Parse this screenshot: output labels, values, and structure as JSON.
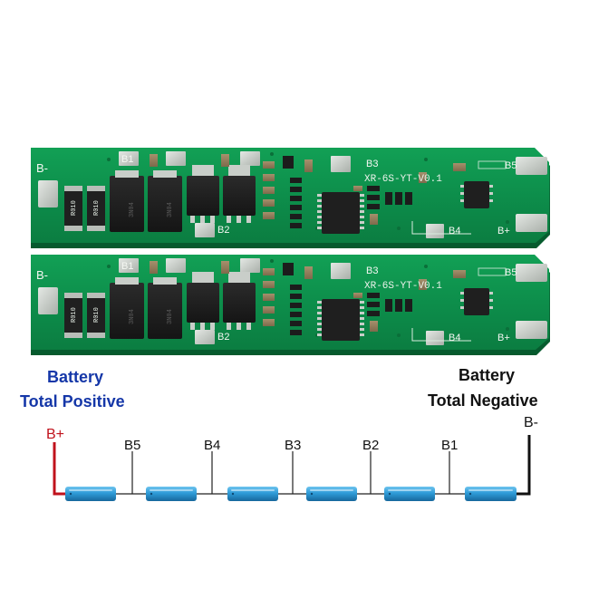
{
  "boards": [
    {
      "labels": {
        "b_minus": "B-",
        "b1": "B1",
        "b2": "B2",
        "b3": "B3",
        "b4": "B4",
        "b5": "B5",
        "b_plus": "B+",
        "model": "XR-6S-YT-V0.1"
      },
      "resistor_marks": [
        "R010",
        "R010"
      ],
      "mosfet_marks": [
        "3N04",
        "3N04"
      ]
    },
    {
      "labels": {
        "b_minus": "B-",
        "b1": "B1",
        "b2": "B2",
        "b3": "B3",
        "b4": "B4",
        "b5": "B5",
        "b_plus": "B+",
        "model": "XR-6S-YT-V0.1"
      },
      "resistor_marks": [
        "R010",
        "R010"
      ],
      "mosfet_marks": [
        "3N04",
        "3N04"
      ]
    }
  ],
  "diagram": {
    "positive_label": [
      "Battery",
      "Total Positive"
    ],
    "negative_label": [
      "Battery",
      "Total Negative"
    ],
    "b_plus": "B+",
    "b_minus": "B-",
    "taps": [
      "B5",
      "B4",
      "B3",
      "B2",
      "B1"
    ],
    "cell_count": 6
  },
  "colors": {
    "pcb_green": "#0d8e4b",
    "pad_tin": "#c9cec9",
    "cell_blue": "#2e9bd8",
    "positive_wire": "#c0121c",
    "negative_wire": "#111111",
    "positive_text": "#1537a8"
  }
}
